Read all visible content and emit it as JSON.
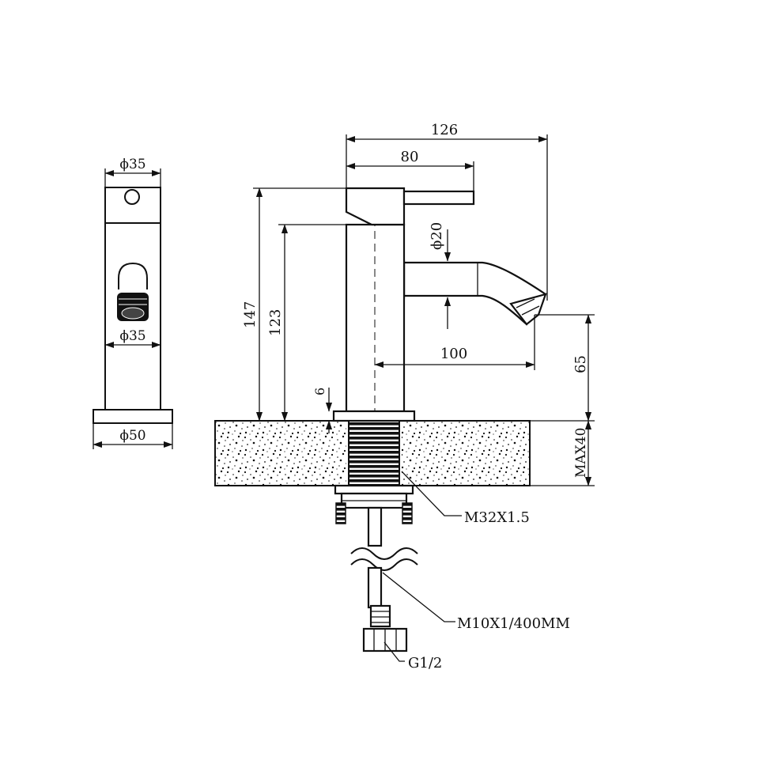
{
  "dimensions": {
    "side_top_dia": "ϕ35",
    "side_mid_dia": "ϕ35",
    "side_base_dia": "ϕ50",
    "overall_reach": "126",
    "handle_reach": "80",
    "spout_dia": "ϕ20",
    "overall_height": "147",
    "body_height": "123",
    "spout_reach": "100",
    "outlet_height": "65",
    "base_thickness": "6",
    "max_counter": "MAX40"
  },
  "callouts": {
    "shank_thread": "M32X1.5",
    "hose": "M10X1/400MM",
    "connector": "G1/2"
  }
}
